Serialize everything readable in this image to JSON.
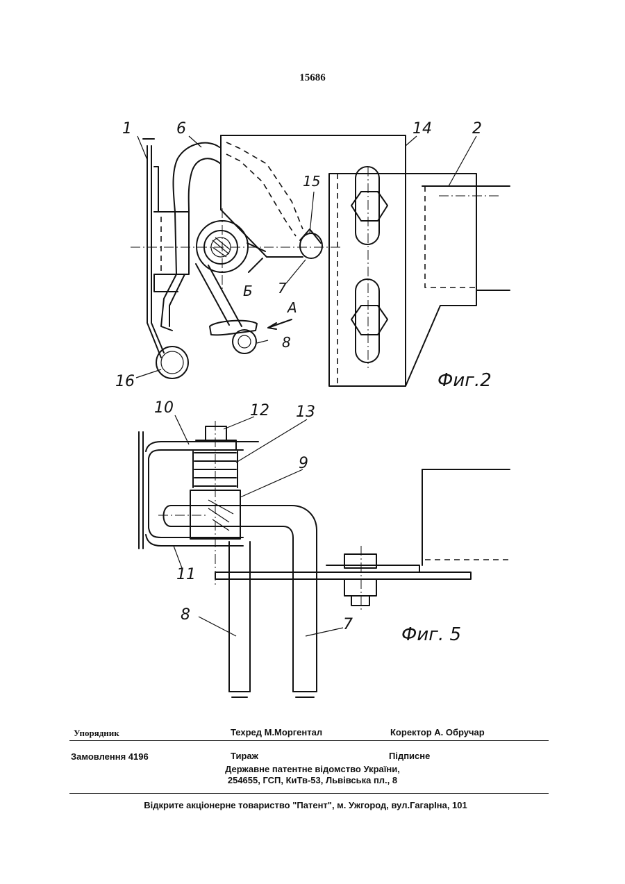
{
  "page_number": "15686",
  "figures": {
    "fig2": {
      "caption": "Фиг.2",
      "labels": [
        "1",
        "6",
        "14",
        "2",
        "15",
        "7",
        "Б",
        "А",
        "8",
        "16"
      ]
    },
    "fig5": {
      "caption": "Фиг. 5",
      "labels": [
        "10",
        "12",
        "13",
        "9",
        "11",
        "8",
        "7"
      ]
    }
  },
  "colophon": {
    "compiler": "Упорядник",
    "tech_editor": "Техред М.Моргентал",
    "corrector": "Коректор А. Обручар",
    "order": "Замовлення 4196",
    "circulation": "Тираж",
    "subscription": "Підписне",
    "office": "Державне патентне відомство України,",
    "address": "254655, ГСП, КиТв-53, Львівська пл., 8",
    "publisher": "Відкрите акціонерне товариство \"Патент\", м. Ужгород, вул.ГагарІна, 101"
  }
}
